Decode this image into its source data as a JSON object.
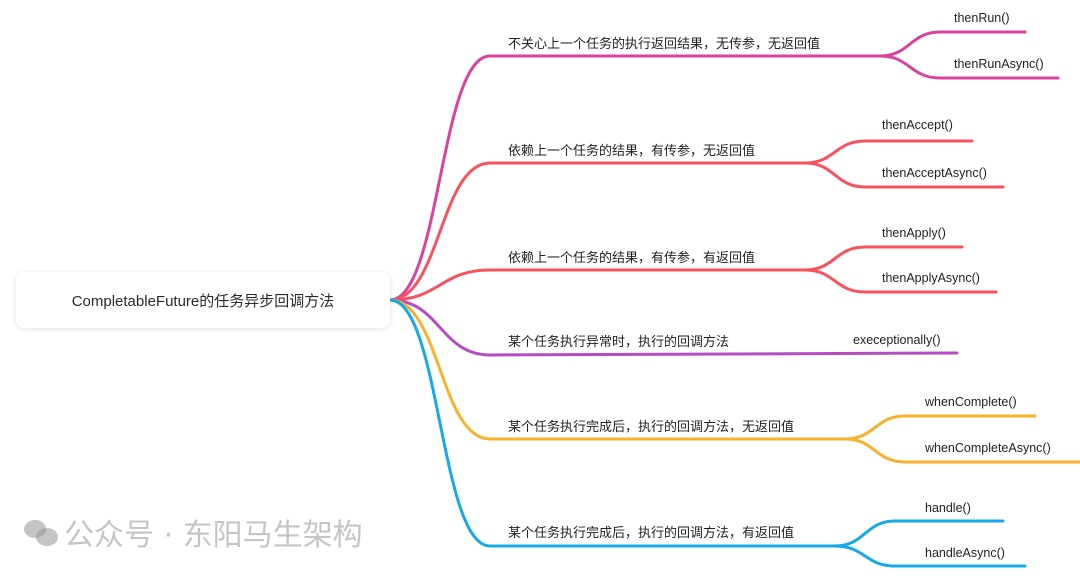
{
  "root": {
    "label": "CompletableFuture的任务异步回调方法"
  },
  "branches": [
    {
      "label": "不关心上一个任务的执行返回结果，无传参，无返回值",
      "color": "#d9449a",
      "children": [
        "thenRun()",
        "thenRunAsync()"
      ]
    },
    {
      "label": "依赖上一个任务的结果，有传参，无返回值",
      "color": "#f7525e",
      "children": [
        "thenAccept()",
        "thenAcceptAsync()"
      ]
    },
    {
      "label": "依赖上一个任务的结果，有传参，有返回值",
      "color": "#f7525e",
      "children": [
        "thenApply()",
        "thenApplyAsync()"
      ]
    },
    {
      "label": "某个任务执行异常时，执行的回调方法",
      "color": "#b64cc4",
      "children": [
        "execeptionally()"
      ]
    },
    {
      "label": "某个任务执行完成后，执行的回调方法，无返回值",
      "color": "#f9b22e",
      "children": [
        "whenComplete()",
        "whenCompleteAsync()"
      ]
    },
    {
      "label": "某个任务执行完成后，执行的回调方法，有返回值",
      "color": "#15a9ea",
      "children": [
        "handle()",
        "handleAsync()"
      ]
    }
  ],
  "watermark": {
    "text": "公众号 · 东阳马生架构",
    "icon": "wechat-icon"
  }
}
